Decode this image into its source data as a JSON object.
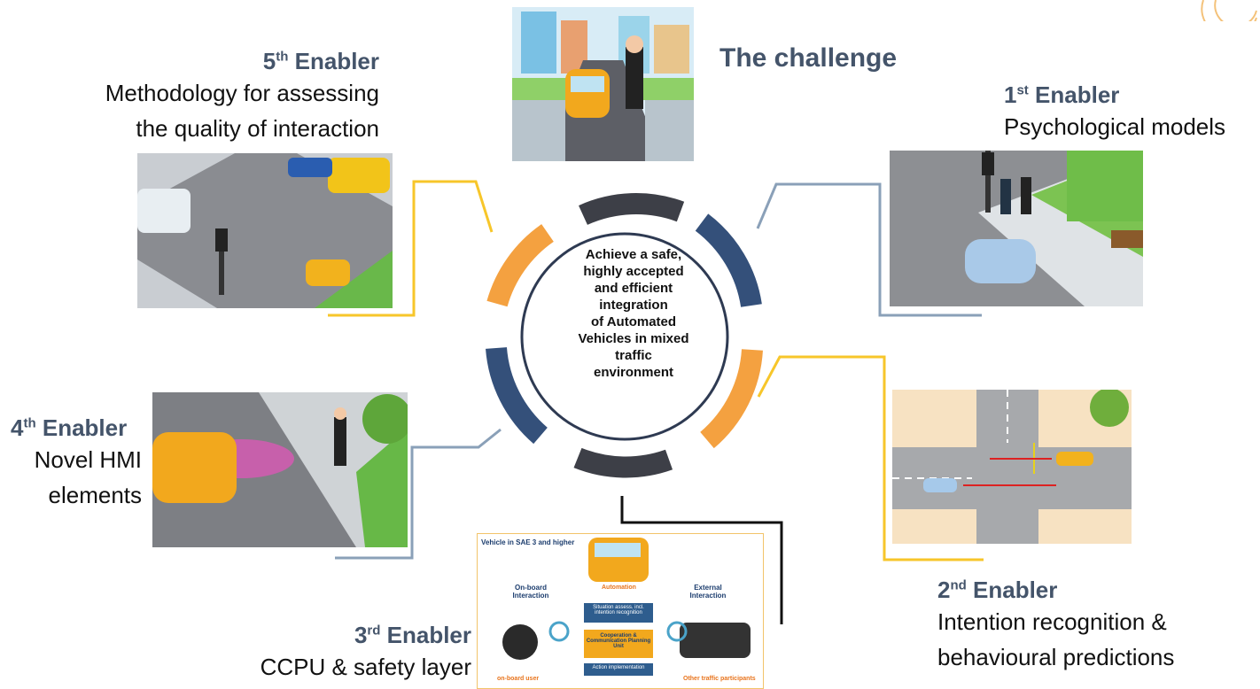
{
  "center": {
    "lines": [
      "Achieve a safe,",
      "highly accepted",
      "and efficient",
      "integration",
      "of Automated",
      "Vehicles in mixed",
      "traffic",
      "environment"
    ]
  },
  "challenge": {
    "title": "The challenge"
  },
  "enablers": [
    {
      "title": "1",
      "sup": "st",
      "suffix": " Enabler",
      "lines": [
        "Psychological models"
      ]
    },
    {
      "title": "2",
      "sup": "nd",
      "suffix": " Enabler",
      "lines": [
        "Intention recognition &",
        "behavioural predictions"
      ]
    },
    {
      "title": "3",
      "sup": "rd",
      "suffix": " Enabler",
      "lines": [
        "CCPU & safety layer"
      ]
    },
    {
      "title": "4",
      "sup": "th",
      "suffix": " Enabler",
      "lines": [
        "Novel HMI",
        "elements"
      ]
    },
    {
      "title": "5",
      "sup": "th",
      "suffix": " Enabler",
      "lines": [
        "Methodology for assessing",
        "the quality of interaction"
      ]
    }
  ],
  "ccpu_diagram": {
    "header": "Vehicle in SAE 3 and higher",
    "onboard": "On-board Interaction",
    "external": "External Interaction",
    "automation": "Automation",
    "box1": "Situation assess. incl. intention recognition",
    "box2": "Cooperation & Communication Planning Unit",
    "box3": "Action implementation",
    "onboard_user": "on-board user",
    "other": "Other traffic participants"
  },
  "colors": {
    "orange": "#f4a140",
    "navy": "#34507a",
    "dark": "#3d3f47",
    "yellow": "#f7c62a",
    "steel": "#8aa0b8",
    "title": "#44546a"
  }
}
